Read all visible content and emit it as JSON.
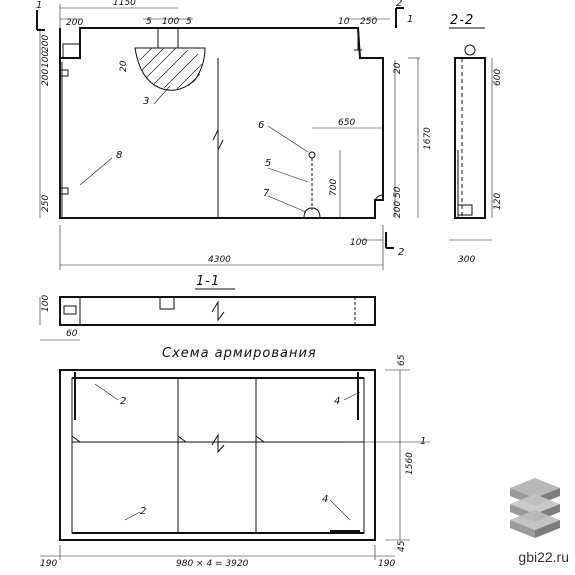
{
  "drawing": {
    "elevation": {
      "top_dims": [
        "1150",
        "200",
        "5",
        "100",
        "5",
        "10",
        "250"
      ],
      "left_dims": [
        "200",
        "100",
        "200",
        "20",
        "250"
      ],
      "right_dims": [
        "20",
        "1670",
        "700",
        "50",
        "200",
        "650",
        "100"
      ],
      "bottom_dim": "4300",
      "callouts": [
        "1",
        "2",
        "3",
        "5",
        "6",
        "7",
        "8"
      ]
    },
    "section_22": {
      "title": "2-2",
      "dims": [
        "600",
        "120",
        "300"
      ]
    },
    "section_11": {
      "title": "1-1",
      "dims": [
        "100",
        "60"
      ]
    },
    "reinforcement": {
      "title": "Схема армирования",
      "dims_right": [
        "65",
        "1560",
        "45"
      ],
      "dims_bottom": [
        "190",
        "980 × 4 = 3920",
        "190"
      ],
      "callouts": [
        "2",
        "4",
        "2",
        "4",
        "1"
      ]
    },
    "section_markers": [
      "1",
      "1",
      "2",
      "2",
      "2"
    ]
  },
  "brand": {
    "site": "gbi22.ru"
  }
}
